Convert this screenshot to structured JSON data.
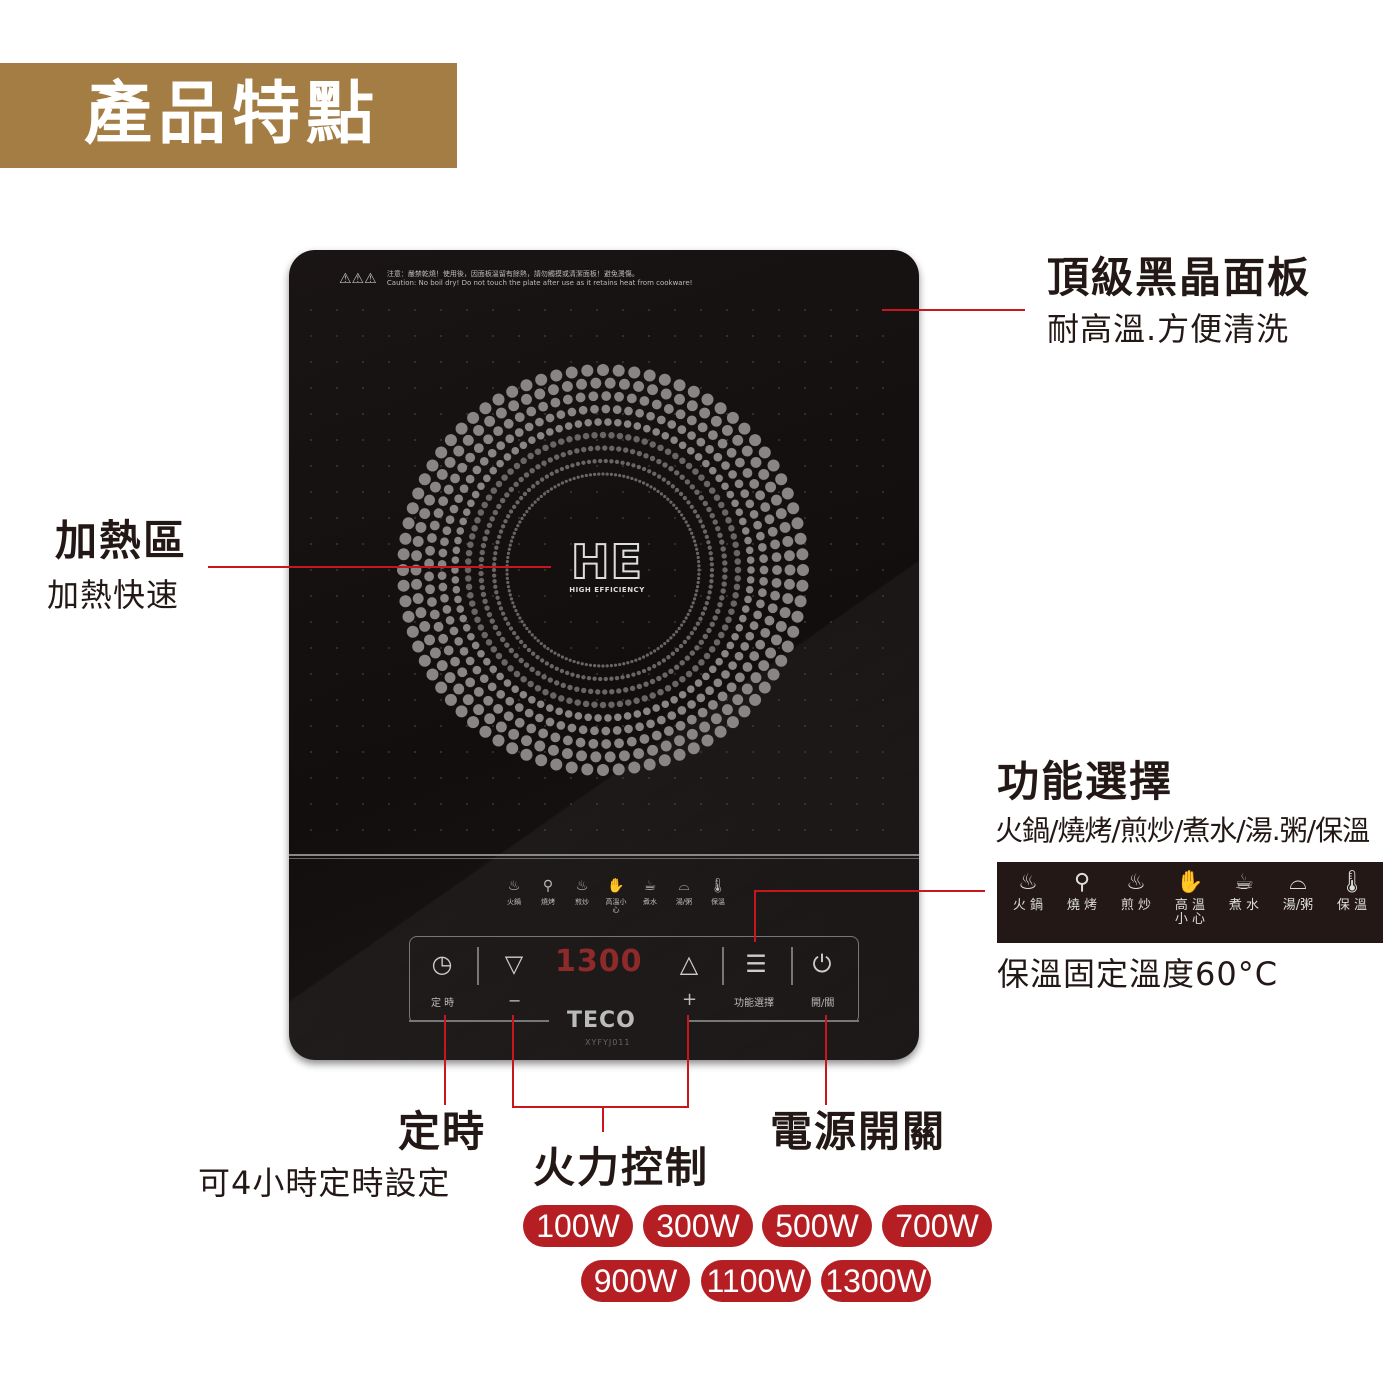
{
  "banner": {
    "title": "產品特點",
    "color": "#a47d45"
  },
  "accent_red": "#c8161d",
  "cooktop": {
    "warning_zh": "注意：嚴禁乾燒！使用後，因面板溫留有餘熱，請勿觸摸或清潔面板！避免燙傷。",
    "warning_en": "Caution: No boil dry! Do not touch the plate after use as it retains heat from cookware!",
    "logo_main": "HE",
    "logo_sub": "HIGH EFFICIENCY",
    "panel_functions": [
      {
        "icon": "hotpot-icon",
        "label": "火鍋"
      },
      {
        "icon": "skewer-icon",
        "label": "燒烤"
      },
      {
        "icon": "frying-pan-icon",
        "label": "煎炒"
      },
      {
        "icon": "no-touch-hand-icon",
        "label": "高溫小心"
      },
      {
        "icon": "kettle-icon",
        "label": "煮水"
      },
      {
        "icon": "pot-icon",
        "label": "湯/粥"
      },
      {
        "icon": "thermometer-icon",
        "label": "保溫"
      }
    ],
    "display_value": "1300",
    "controls": {
      "timer": "定 時",
      "minus": "−",
      "plus": "+",
      "function": "功能選擇",
      "power": "開/關"
    },
    "brand": "TECO",
    "model": "XYFYJ011"
  },
  "callouts": {
    "panel": {
      "title": "頂級黑晶面板",
      "subtitle": "耐高溫.方便清洗"
    },
    "heating": {
      "title": "加熱區",
      "subtitle": "加熱快速"
    },
    "function": {
      "title": "功能選擇",
      "subtitle": "火鍋/燒烤/煎炒/煮水/湯.粥/保溫",
      "note": "保溫固定溫度60°C",
      "items": [
        {
          "icon": "hotpot-icon",
          "label": "火 鍋"
        },
        {
          "icon": "skewer-icon",
          "label": "燒 烤"
        },
        {
          "icon": "frying-pan-icon",
          "label": "煎 炒"
        },
        {
          "icon": "no-touch-hand-icon",
          "label": "高 溫 小 心"
        },
        {
          "icon": "kettle-icon",
          "label": "煮 水"
        },
        {
          "icon": "pot-icon",
          "label": "湯/粥"
        },
        {
          "icon": "thermometer-icon",
          "label": "保 溫"
        }
      ]
    },
    "timer": {
      "title": "定時",
      "subtitle": "可4小時定時設定"
    },
    "power_control": {
      "title": "火力控制",
      "levels": [
        "100W",
        "300W",
        "500W",
        "700W",
        "900W",
        "1100W",
        "1300W"
      ]
    },
    "power_switch": {
      "title": "電源開關"
    }
  }
}
